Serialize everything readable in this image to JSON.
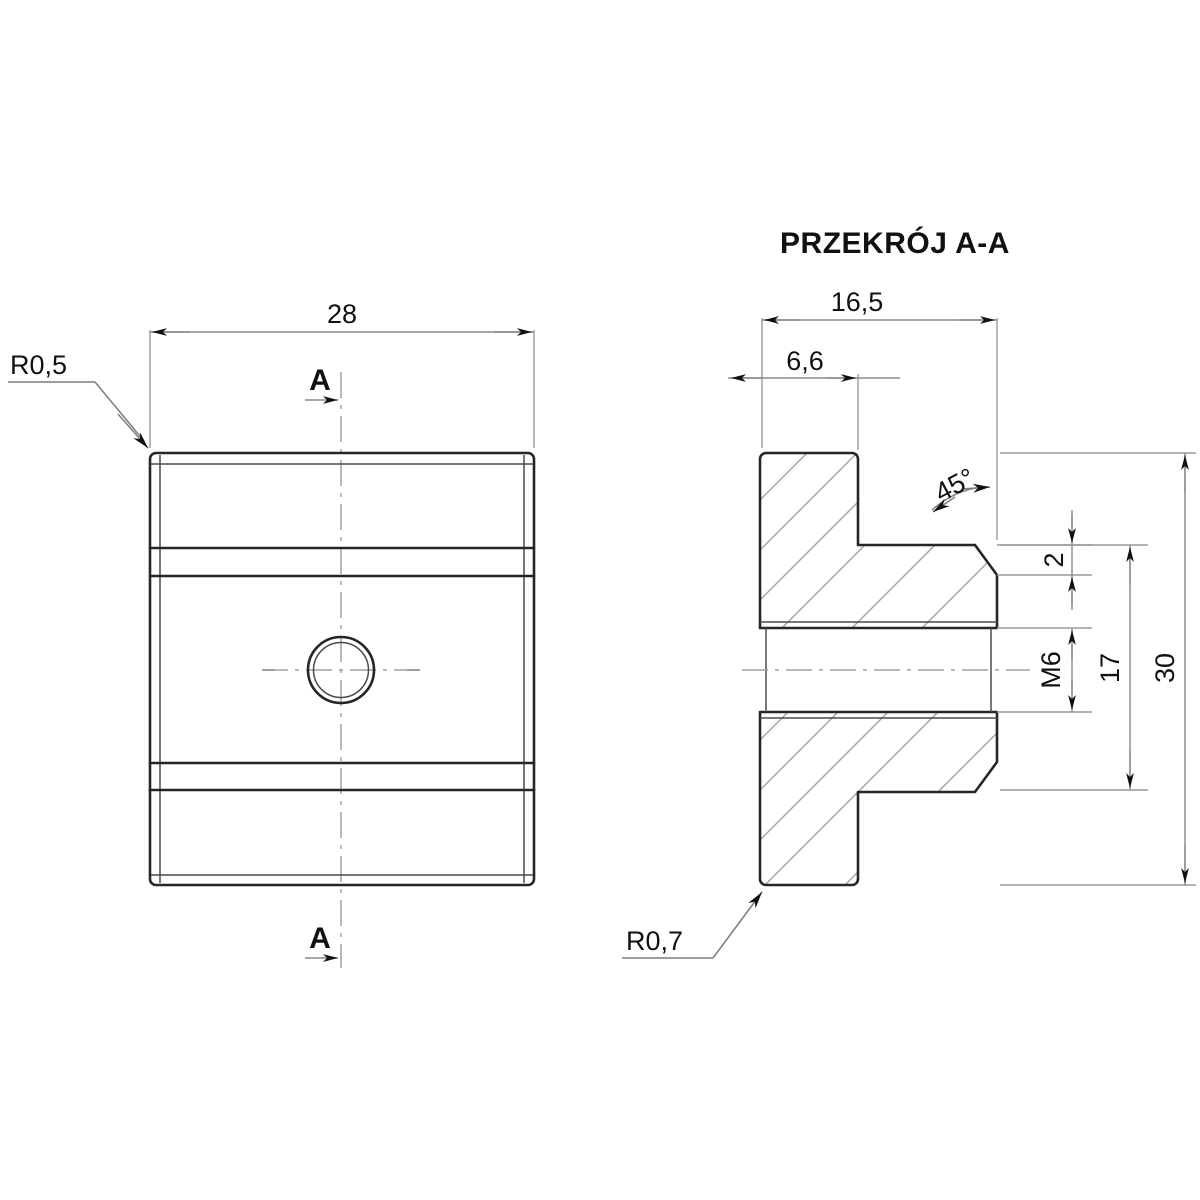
{
  "drawing": {
    "section_title": "PRZEKRÓJ A-A",
    "front_view": {
      "name": "front-view",
      "width_dimension": "28",
      "corner_radius_note": "R0,5",
      "section_marker_top": "A",
      "section_marker_bottom": "A"
    },
    "section_view": {
      "name": "section-view-a-a",
      "overall_width": "16,5",
      "flange_width": "6,6",
      "chamfer_angle": "45°",
      "chamfer_height": "2",
      "thread_callout": "M6",
      "body_height": "17",
      "overall_height": "30",
      "corner_radius_note": "R0,7"
    },
    "colors": {
      "object_line": "#262626",
      "thin_line": "#4a4a4a",
      "dimension_line": "#8a8a8a",
      "center_line": "#a0a0a0",
      "hatch_line": "#a6a6a6",
      "text": "#111111",
      "background": "#ffffff"
    }
  }
}
